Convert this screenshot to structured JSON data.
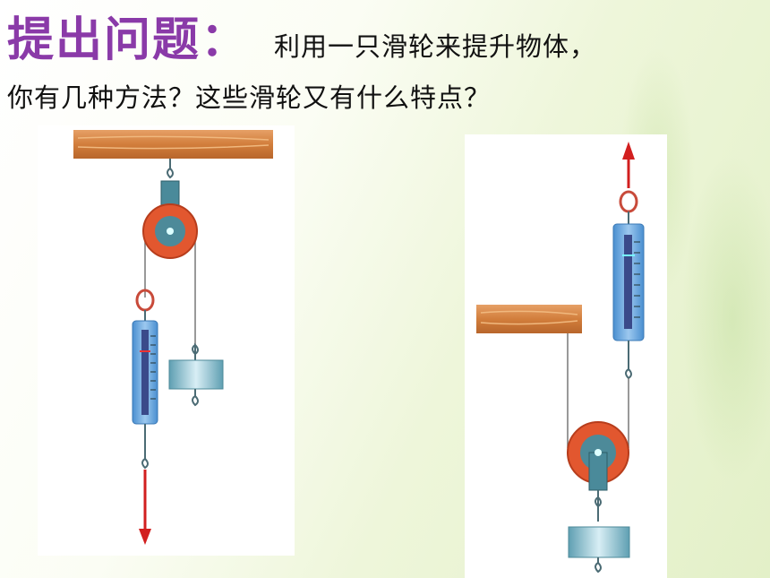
{
  "slide": {
    "heading": "提出问题：",
    "subtitle": "利用一只滑轮来提升物体，",
    "line2": "你有几种方法？这些滑轮又有什么特点？"
  },
  "colors": {
    "heading": "#8a3aa8",
    "wood": "#d98a4a",
    "pulley": "#e0552e",
    "scale": "#6aa8dc",
    "arrow": "#d21f1f",
    "weight": "#7fb8c8"
  },
  "figures": {
    "left": {
      "name": "fixed-pulley-illustration"
    },
    "right": {
      "name": "movable-pulley-illustration"
    }
  }
}
